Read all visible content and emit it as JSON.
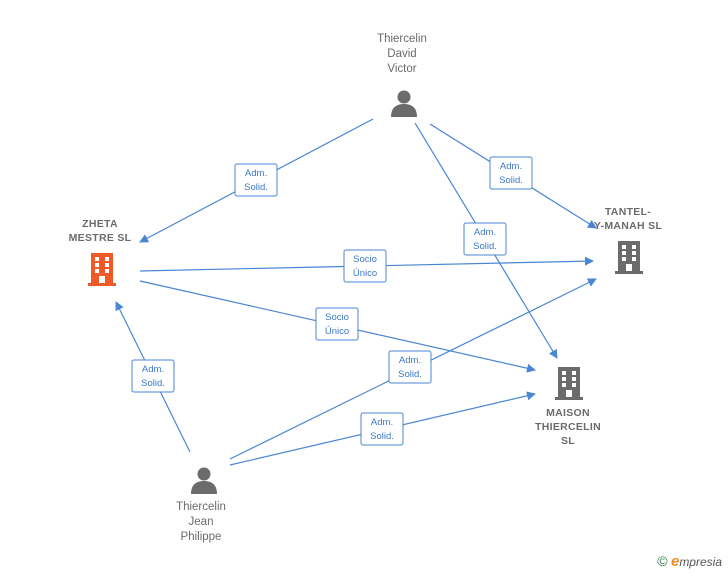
{
  "nodes": {
    "thiercelin_david": {
      "label": "Thiercelin\nDavid\nVictor",
      "type": "person"
    },
    "thiercelin_jean": {
      "label": "Thiercelin\nJean\nPhilippe",
      "type": "person"
    },
    "zheta": {
      "label": "ZHETA\nMESTRE  SL",
      "type": "company",
      "color": "#f05a28"
    },
    "tantel": {
      "label": "TANTEL-\nY-MANAH  SL",
      "type": "company",
      "color": "#6b6b6b"
    },
    "maison": {
      "label": "MAISON\nTHIERCELIN\nSL",
      "type": "company",
      "color": "#6b6b6b"
    }
  },
  "edges": [
    {
      "from": "thiercelin_david",
      "to": "zheta",
      "label": [
        "Adm.",
        "Solid."
      ]
    },
    {
      "from": "thiercelin_david",
      "to": "tantel",
      "label": [
        "Adm.",
        "Solid."
      ]
    },
    {
      "from": "thiercelin_david",
      "to": "maison",
      "label": [
        "Adm.",
        "Solid."
      ]
    },
    {
      "from": "zheta",
      "to": "tantel",
      "label": [
        "Socio",
        "Único"
      ]
    },
    {
      "from": "zheta",
      "to": "maison",
      "label": [
        "Socio",
        "Único"
      ]
    },
    {
      "from": "thiercelin_jean",
      "to": "zheta",
      "label": [
        "Adm.",
        "Solid."
      ]
    },
    {
      "from": "thiercelin_jean",
      "to": "tantel",
      "label": [
        "Adm.",
        "Solid."
      ]
    },
    {
      "from": "thiercelin_jean",
      "to": "maison",
      "label": [
        "Adm.",
        "Solid."
      ]
    }
  ],
  "colors": {
    "edge": "#4a86d4",
    "person_icon": "#6b6b6b"
  },
  "footer": {
    "copyright": "©",
    "brand_initial": "e",
    "brand_rest": "mpresia"
  }
}
